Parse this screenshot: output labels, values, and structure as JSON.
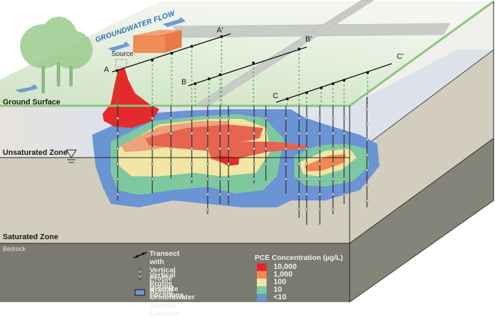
{
  "diagram": {
    "labels": {
      "ground_surface": "Ground Surface",
      "unsaturated_zone": "Unsaturated Zone",
      "saturated_zone": "Saturated Zone",
      "bedrock": "Bedrock",
      "groundwater_flow": "GROUNDWATER FLOW",
      "source": "Source"
    },
    "transects": [
      {
        "start": "A",
        "end": "A'"
      },
      {
        "start": "B",
        "end": "B'"
      },
      {
        "start": "C",
        "end": "C'"
      }
    ],
    "legend": {
      "items": [
        {
          "icon": "transect-line-icon",
          "label_line1": "Transect with Vertical",
          "label_line2": "Profile Boring Locations"
        },
        {
          "icon": "vertical-boring-icon",
          "label_line1": "Vertical Profile Boring",
          "label_line2": ""
        },
        {
          "icon": "sample-location-icon",
          "label_line1": "Discrete Groundwater",
          "label_line2": "Sample Location"
        }
      ],
      "pce": {
        "title": "PCE Concentration (µg/L)",
        "levels": [
          {
            "label": "10,000",
            "color": "#e8232f"
          },
          {
            "label": "1,000",
            "color": "#f0894e"
          },
          {
            "label": "100",
            "color": "#f2e6a4"
          },
          {
            "label": "10",
            "color": "#7ec8a0"
          },
          {
            "label": "<10",
            "color": "#6a94d4"
          }
        ]
      }
    },
    "colors": {
      "ground_top": "#dbe9d2",
      "ground_edge": "#8cc47e",
      "unsaturated": "#dde2ea",
      "saturated": "#d3cdbf",
      "bedrock": "#7a7a6e",
      "road": "#c9cbc6",
      "building": "#f08c55",
      "plume_source": "#e42a2a",
      "flow_arrow": "#6f9ad6",
      "tree": "#9ccb8f"
    }
  }
}
